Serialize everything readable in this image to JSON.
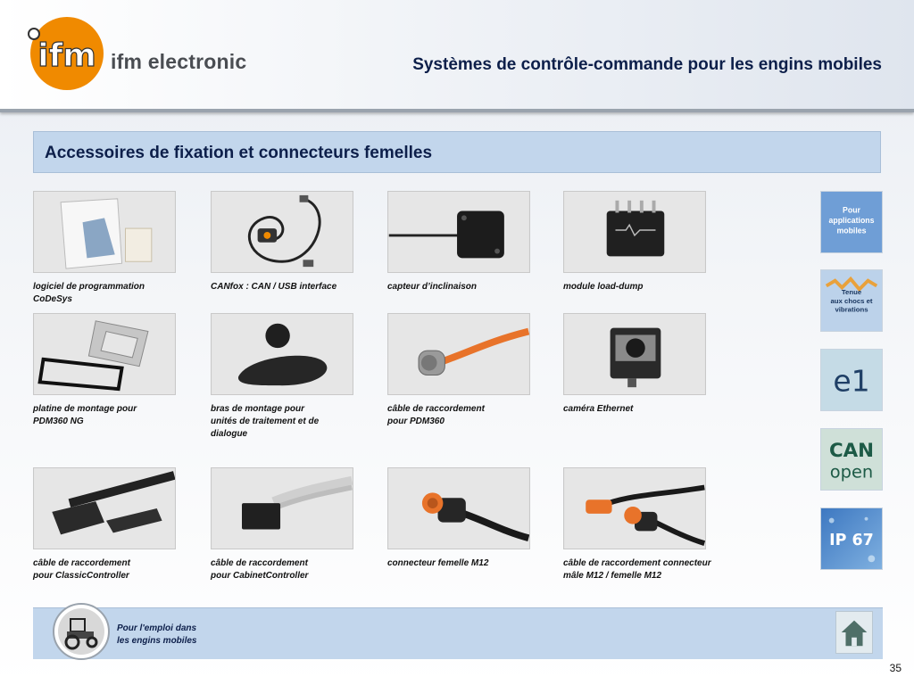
{
  "header": {
    "logo_text": "ifm",
    "brand": "ifm electronic",
    "title": "Systèmes de contrôle-commande pour les engins mobiles"
  },
  "section": {
    "title": "Accessoires de fixation et connecteurs femelles"
  },
  "products": [
    {
      "caption": "logiciel de programmation\nCoDeSys",
      "icon": "software-box"
    },
    {
      "caption": "CANfox : CAN / USB interface",
      "icon": "usb-cable"
    },
    {
      "caption": "capteur d’inclinaison",
      "icon": "inclination-sensor"
    },
    {
      "caption": "module load-dump",
      "icon": "load-dump-module"
    },
    {
      "caption": "platine de montage pour\nPDM360 NG",
      "icon": "mounting-plate"
    },
    {
      "caption": "bras de montage pour\nunités de traitement et de\ndialogue",
      "icon": "mounting-arm"
    },
    {
      "caption": "câble de raccordement\npour PDM360",
      "icon": "orange-cable"
    },
    {
      "caption": "caméra Ethernet",
      "icon": "ethernet-camera"
    },
    {
      "caption": "câble de raccordement\npour ClassicController",
      "icon": "ribbon-connector"
    },
    {
      "caption": "câble de raccordement\npour CabinetController",
      "icon": "cabinet-connector"
    },
    {
      "caption": "connecteur femelle M12",
      "icon": "m12-connector"
    },
    {
      "caption": "câble de raccordement connecteur\nmâle M12 / femelle M12",
      "icon": "m12-cable"
    }
  ],
  "badges": [
    {
      "name": "mobile-applications",
      "lines": [
        "Pour",
        "applications",
        "mobiles"
      ]
    },
    {
      "name": "shock-vibration",
      "lines": [
        "Tenue",
        "aux chocs et",
        "vibrations"
      ]
    },
    {
      "name": "e1",
      "text": "e1"
    },
    {
      "name": "canopen",
      "lines": [
        "CAN",
        "open"
      ]
    },
    {
      "name": "ip67",
      "text": "IP 67"
    }
  ],
  "footer": {
    "text": "Pour l'emploi dans\nles engins mobiles",
    "home_icon": "home-icon"
  },
  "page_number": "35",
  "colors": {
    "title_navy": "#0d1f4a",
    "bar_blue": "#c2d6ec",
    "logo_orange": "#f08a00",
    "cable_orange": "#e8732a"
  }
}
